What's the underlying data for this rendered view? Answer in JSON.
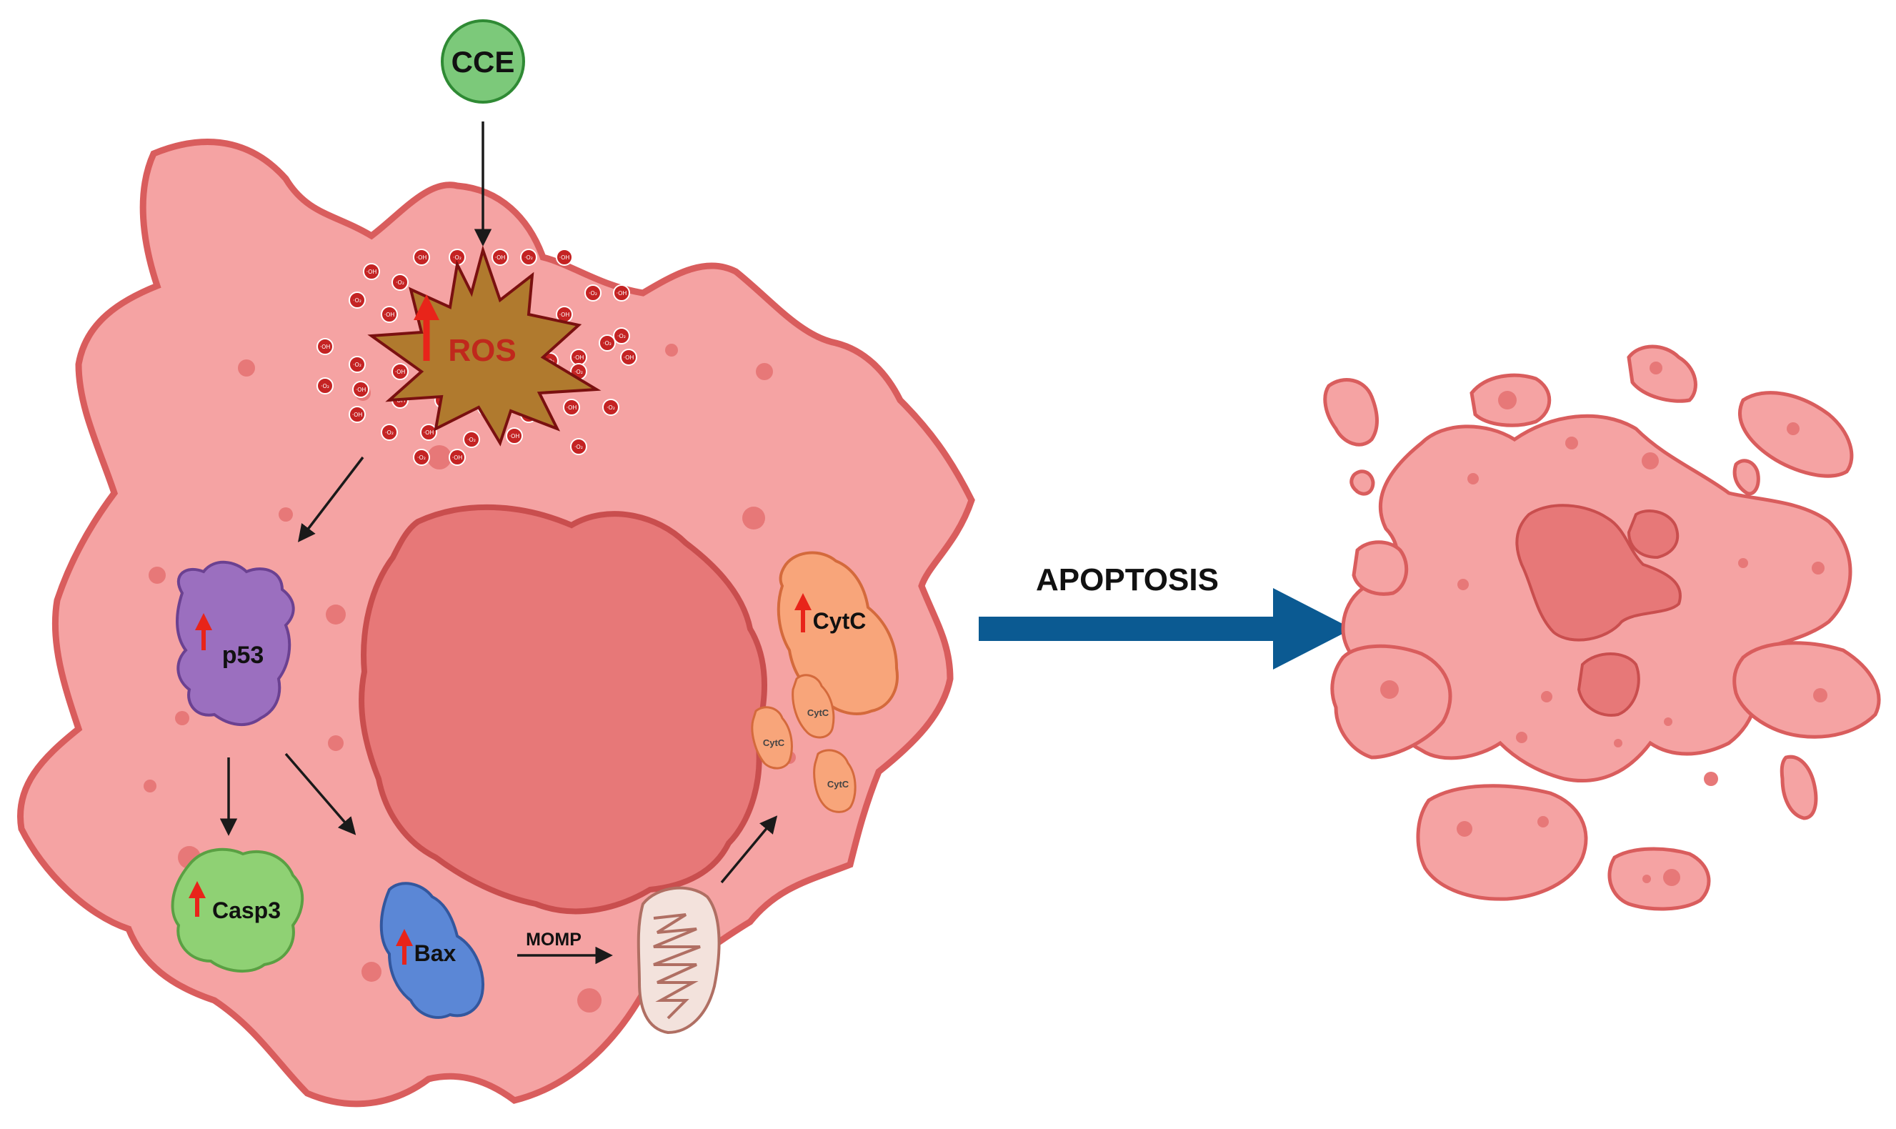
{
  "stimulus": {
    "label": "CCE",
    "fill": "#7cc97a",
    "stroke": "#2f8a34"
  },
  "ros": {
    "label": "ROS",
    "fill": "#b07a2e",
    "stroke": "#7a1010",
    "text_color": "#c0281c",
    "radical_labels": [
      "·OH",
      "·O₂"
    ]
  },
  "proteins": {
    "p53": {
      "label": "p53",
      "fill": "#9b6fbf",
      "stroke": "#6b4191"
    },
    "casp3": {
      "label": "Casp3",
      "fill": "#8fd174",
      "stroke": "#5aa043"
    },
    "bax": {
      "label": "Bax",
      "fill": "#5b87d6",
      "stroke": "#33579e"
    },
    "cytc": {
      "label": "CytC",
      "fill": "#f8a57a",
      "stroke": "#d46a3c"
    },
    "cytc_small": {
      "label": "CytC"
    }
  },
  "process": {
    "momp_label": "MOMP",
    "apoptosis_label": "APOPTOSIS",
    "arrow_color": "#0b5a92"
  },
  "colors": {
    "cell_fill": "#f5a3a3",
    "cell_stroke": "#d95d5d",
    "nucleus_fill": "#e77878",
    "nucleus_stroke": "#c94e4e",
    "up_arrow": "#e8241a"
  }
}
